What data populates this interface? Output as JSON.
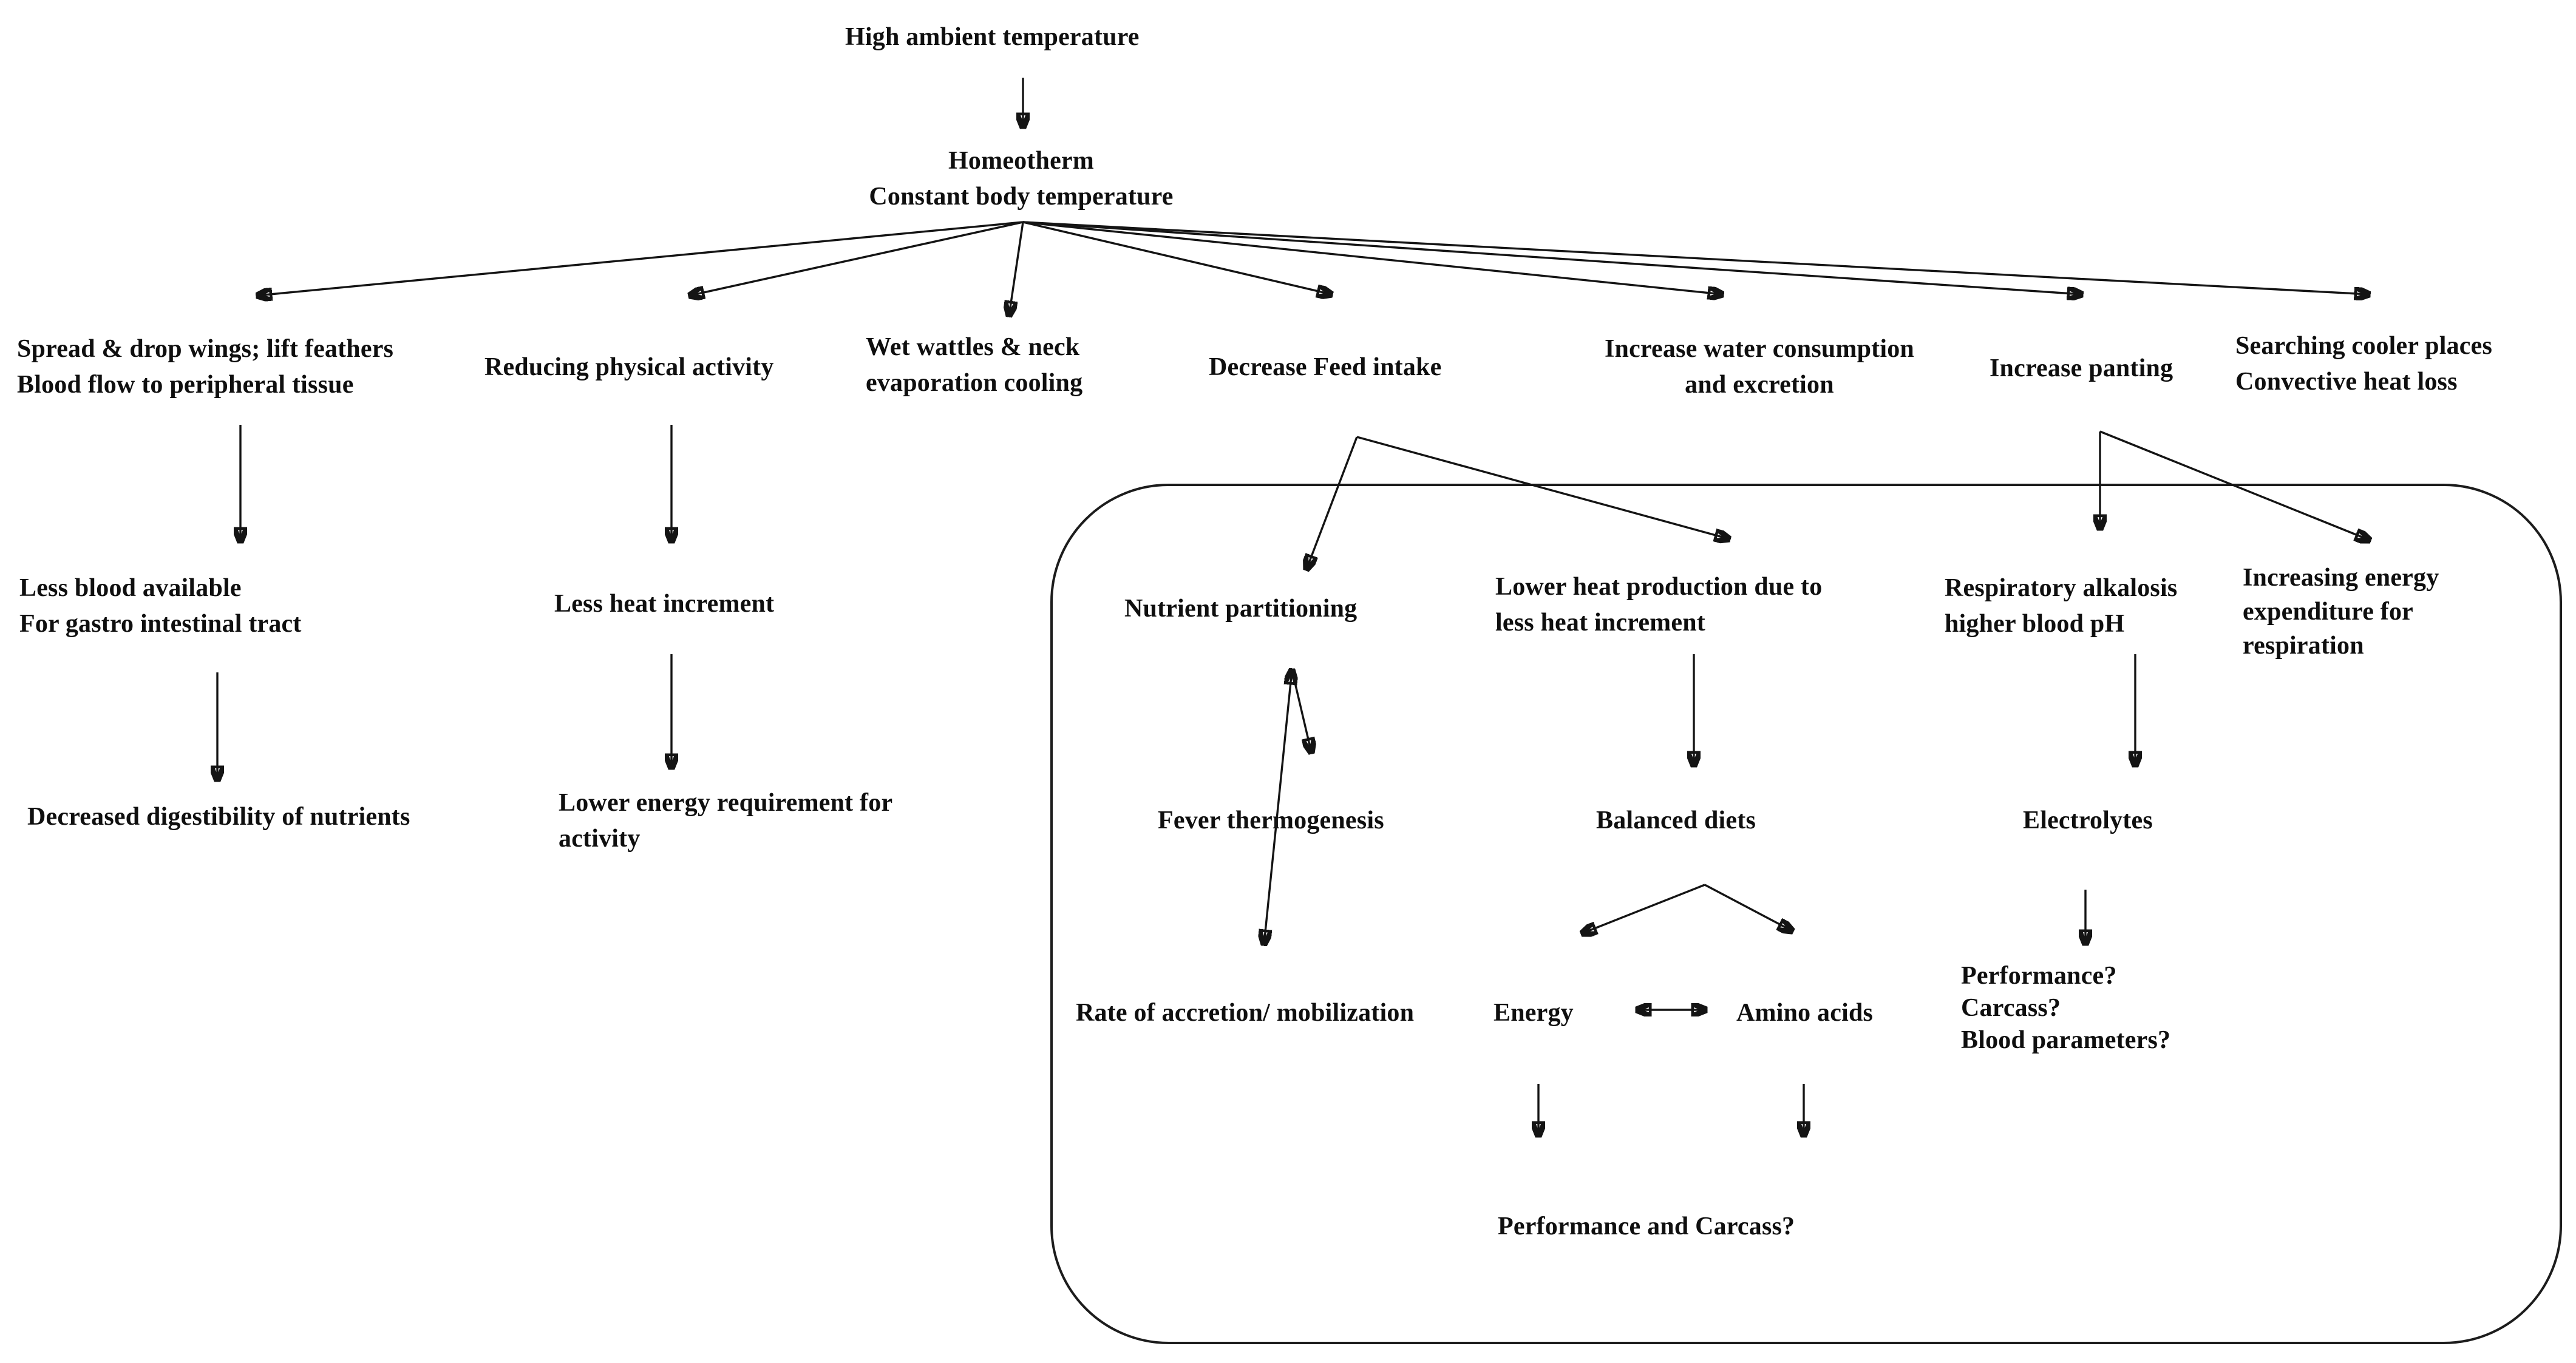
{
  "diagram": {
    "title": "High ambient temperature",
    "colors": {
      "ink": "#141414",
      "background": "#ffffff"
    },
    "nodes": {
      "title": "High ambient temperature",
      "homeotherm": "Homeotherm\nConstant body temperature",
      "wings": "Spread & drop wings; lift feathers\nBlood flow to peripheral tissue",
      "reducing_activity": "Reducing physical activity",
      "wet_wattles": "Wet wattles & neck\nevaporation cooling",
      "decrease_feed": "Decrease Feed intake",
      "water": "Increase water consumption\nand excretion",
      "panting": "Increase panting",
      "searching": "Searching cooler places\nConvective heat loss",
      "less_blood": "Less blood available\nFor gastro intestinal tract",
      "less_heat": "Less heat increment",
      "decreased_digestibility": "Decreased digestibility of nutrients",
      "lower_energy_req": "Lower energy requirement for\nactivity",
      "nutrient_partitioning": "Nutrient partitioning",
      "lower_heat_production": "Lower heat production due to\nless heat increment",
      "respiratory_alkalosis": "Respiratory alkalosis\nhigher blood pH",
      "increasing_energy": "Increasing energy\nexpenditure for\nrespiration",
      "fever_thermogenesis": "Fever thermogenesis",
      "balanced_diets": "Balanced diets",
      "electrolytes": "Electrolytes",
      "rate_accretion": "Rate of accretion/ mobilization",
      "energy": "Energy",
      "amino_acids": "Amino acids",
      "outcome_questions": "Performance?\nCarcass?\nBlood parameters?",
      "performance_carcass": "Performance and Carcass?"
    },
    "edges": [
      {
        "from": "title",
        "to": "homeotherm",
        "style": "arrow"
      },
      {
        "from": "homeotherm",
        "to": "wings",
        "style": "arrow"
      },
      {
        "from": "homeotherm",
        "to": "reducing_activity",
        "style": "arrow"
      },
      {
        "from": "homeotherm",
        "to": "wet_wattles",
        "style": "arrow"
      },
      {
        "from": "homeotherm",
        "to": "decrease_feed",
        "style": "arrow"
      },
      {
        "from": "homeotherm",
        "to": "water",
        "style": "arrow"
      },
      {
        "from": "homeotherm",
        "to": "panting",
        "style": "arrow"
      },
      {
        "from": "homeotherm",
        "to": "searching",
        "style": "arrow"
      },
      {
        "from": "wings",
        "to": "less_blood",
        "style": "arrow"
      },
      {
        "from": "less_blood",
        "to": "decreased_digestibility",
        "style": "arrow"
      },
      {
        "from": "reducing_activity",
        "to": "less_heat",
        "style": "arrow"
      },
      {
        "from": "less_heat",
        "to": "lower_energy_req",
        "style": "arrow"
      },
      {
        "from": "decrease_feed",
        "to": "nutrient_partitioning",
        "style": "arrow"
      },
      {
        "from": "decrease_feed",
        "to": "lower_heat_production",
        "style": "arrow"
      },
      {
        "from": "panting",
        "to": "respiratory_alkalosis",
        "style": "arrow"
      },
      {
        "from": "panting",
        "to": "increasing_energy",
        "style": "arrow"
      },
      {
        "from": "nutrient_partitioning",
        "to": "rate_accretion",
        "style": "double-arrow"
      },
      {
        "from": "nutrient_partitioning",
        "to": "fever_thermogenesis",
        "style": "arrow"
      },
      {
        "from": "lower_heat_production",
        "to": "balanced_diets",
        "style": "arrow"
      },
      {
        "from": "balanced_diets",
        "to": "energy",
        "style": "arrow"
      },
      {
        "from": "balanced_diets",
        "to": "amino_acids",
        "style": "arrow"
      },
      {
        "from": "energy",
        "to": "amino_acids",
        "style": "double-arrow"
      },
      {
        "from": "energy",
        "to": "performance_carcass",
        "style": "arrow"
      },
      {
        "from": "amino_acids",
        "to": "performance_carcass",
        "style": "arrow"
      },
      {
        "from": "respiratory_alkalosis",
        "to": "electrolytes",
        "style": "arrow"
      },
      {
        "from": "electrolytes",
        "to": "outcome_questions",
        "style": "arrow"
      }
    ]
  }
}
